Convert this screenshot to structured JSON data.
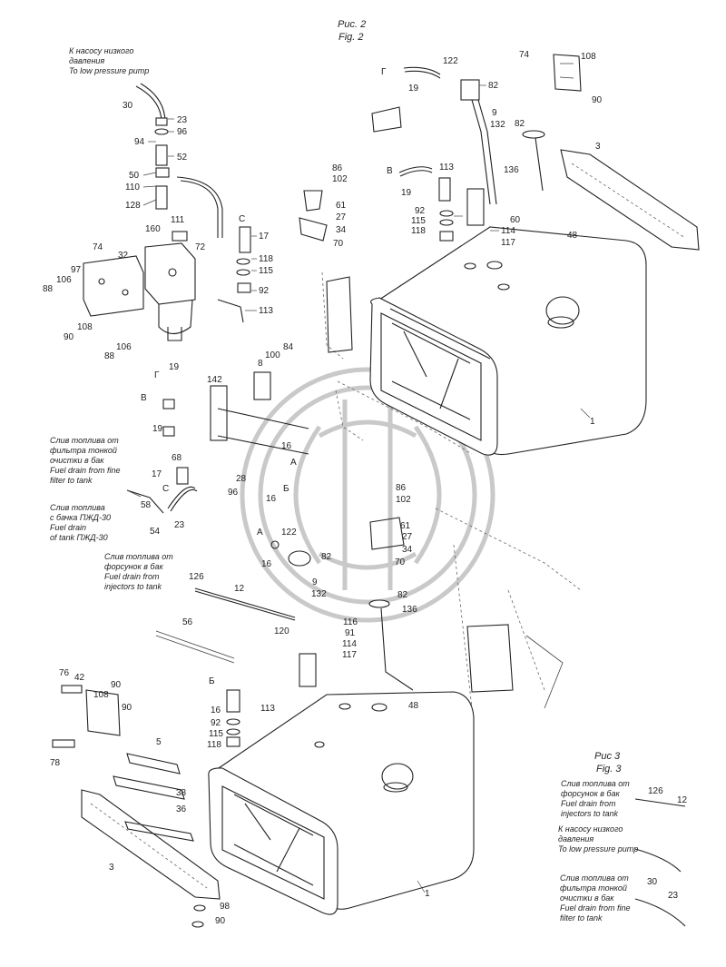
{
  "titles": {
    "fig2_ru": "Рис. 2",
    "fig2_en": "Fig. 2",
    "fig3_ru": "Рис 3",
    "fig3_en": "Fig. 3"
  },
  "notes": {
    "lp_pump_ru_1": "К насосу низкого",
    "lp_pump_ru_2": "давления",
    "lp_pump_en": "To low pressure pump",
    "fine_filter_ru_1": "Слив топлива от",
    "fine_filter_ru_2": "фильтра тонкой",
    "fine_filter_ru_3": "очистки в бак",
    "fine_filter_en_1": "Fuel drain from fine",
    "fine_filter_en_2": "filter to tank",
    "pzhd_ru_1": "Слив топлива",
    "pzhd_ru_2": "с бачка ПЖД-30",
    "pzhd_en_1": "Fuel drain",
    "pzhd_en_2": "of tank ПЖД-30",
    "injectors_ru_1": "Слив топлива от",
    "injectors_ru_2": "форсунок в бак",
    "injectors_en_1": "Fuel drain from",
    "injectors_en_2": "injectors to tank",
    "f3_inj_ru_1": "Слив топлива от",
    "f3_inj_ru_2": "форсунок в бак",
    "f3_inj_en_1": "Fuel drain from",
    "f3_inj_en_2": "injectors to tank",
    "f3_pump_ru_1": "К насосу низкого",
    "f3_pump_ru_2": "давления",
    "f3_pump_en": "To low pressure pump",
    "f3_filter_ru_1": "Слив топлива от",
    "f3_filter_ru_2": "фильтра тонкой",
    "f3_filter_ru_3": "очистки в бак",
    "f3_filter_en_1": "Fuel drain from fine",
    "f3_filter_en_2": "filter to tank"
  },
  "callouts": [
    "30",
    "23",
    "96",
    "94",
    "52",
    "50",
    "110",
    "128",
    "160",
    "111",
    "72",
    "C",
    "17",
    "118",
    "115",
    "92",
    "113",
    "74",
    "32",
    "97",
    "106",
    "88",
    "108",
    "90",
    "106",
    "88",
    "Г",
    "19",
    "122",
    "82",
    "9",
    "132",
    "74",
    "108",
    "90",
    "82",
    "3",
    "136",
    "В",
    "19",
    "113",
    "86",
    "102",
    "61",
    "27",
    "34",
    "70",
    "92",
    "115",
    "118",
    "60",
    "114",
    "117",
    "48",
    "1",
    "Г",
    "19",
    "142",
    "100",
    "84",
    "8",
    "В",
    "19",
    "68",
    "17",
    "16",
    "A",
    "28",
    "96",
    "Б",
    "16",
    "C",
    "58",
    "54",
    "23",
    "86",
    "102",
    "61",
    "27",
    "34",
    "70",
    "A",
    "122",
    "16",
    "82",
    "9",
    "132",
    "82",
    "136",
    "126",
    "12",
    "56",
    "120",
    "116",
    "91",
    "114",
    "117",
    "76",
    "42",
    "90",
    "108",
    "90",
    "78",
    "5",
    "38",
    "36",
    "3",
    "Б",
    "16",
    "113",
    "92",
    "115",
    "118",
    "48",
    "98",
    "90",
    "1",
    "126",
    "12",
    "30",
    "23"
  ]
}
